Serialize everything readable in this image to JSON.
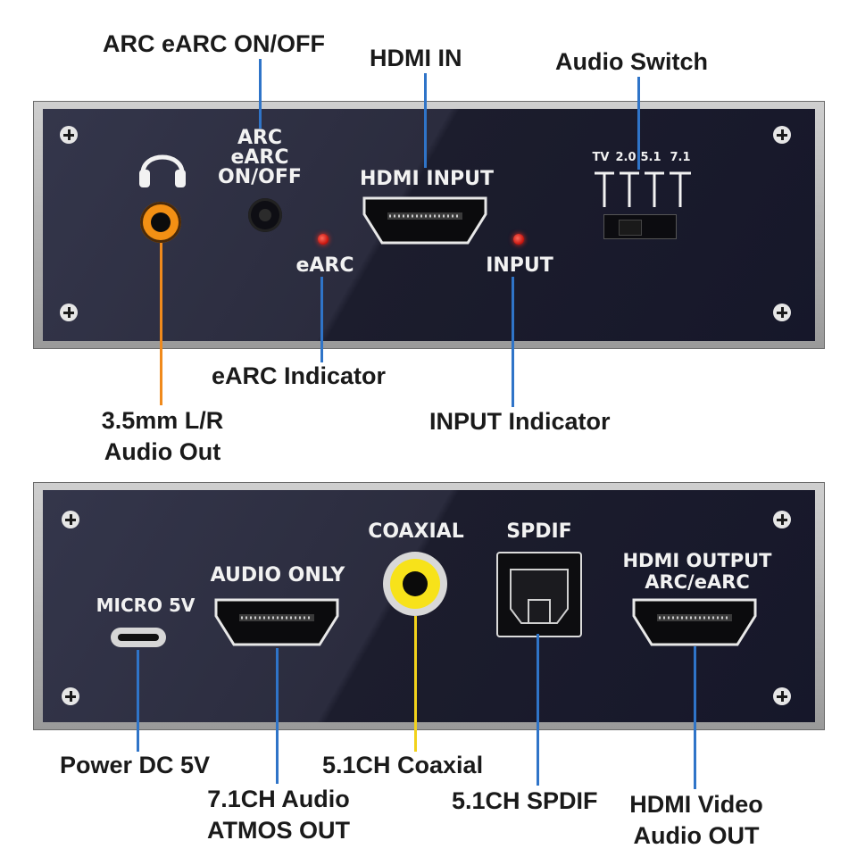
{
  "top_callouts": {
    "arc_switch": "ARC eARC ON/OFF",
    "hdmi_in": "HDMI IN",
    "audio_switch": "Audio Switch",
    "earc_indicator": "eARC Indicator",
    "input_indicator": "INPUT Indicator",
    "audio_out_line1": "3.5mm  L/R",
    "audio_out_line2": "Audio Out"
  },
  "top_panel_labels": {
    "arc_line1": "ARC",
    "arc_line2": "eARC",
    "arc_line3": "ON/OFF",
    "hdmi_input": "HDMI INPUT",
    "earc": "eARC",
    "input": "INPUT",
    "switch_positions": [
      "TV",
      "2.0",
      "5.1",
      "7.1"
    ]
  },
  "bottom_panel_labels": {
    "micro": "MICRO 5V",
    "audio_only": "AUDIO ONLY",
    "coaxial": "COAXIAL",
    "spdif": "SPDIF",
    "hdmi_output_line1": "HDMI OUTPUT",
    "hdmi_output_line2": "ARC/eARC"
  },
  "bottom_callouts": {
    "power": "Power DC 5V",
    "atmos_line1": "7.1CH Audio",
    "atmos_line2": "ATMOS OUT",
    "coaxial": "5.1CH Coaxial",
    "spdif": "5.1CH SPDIF",
    "hdmi_video_line1": "HDMI Video",
    "hdmi_video_line2": "Audio OUT"
  },
  "colors": {
    "leader_blue": "#2f74c8",
    "leader_orange": "#f08a1c",
    "leader_yellow": "#f2d21b",
    "led_red": "#e21a10"
  }
}
